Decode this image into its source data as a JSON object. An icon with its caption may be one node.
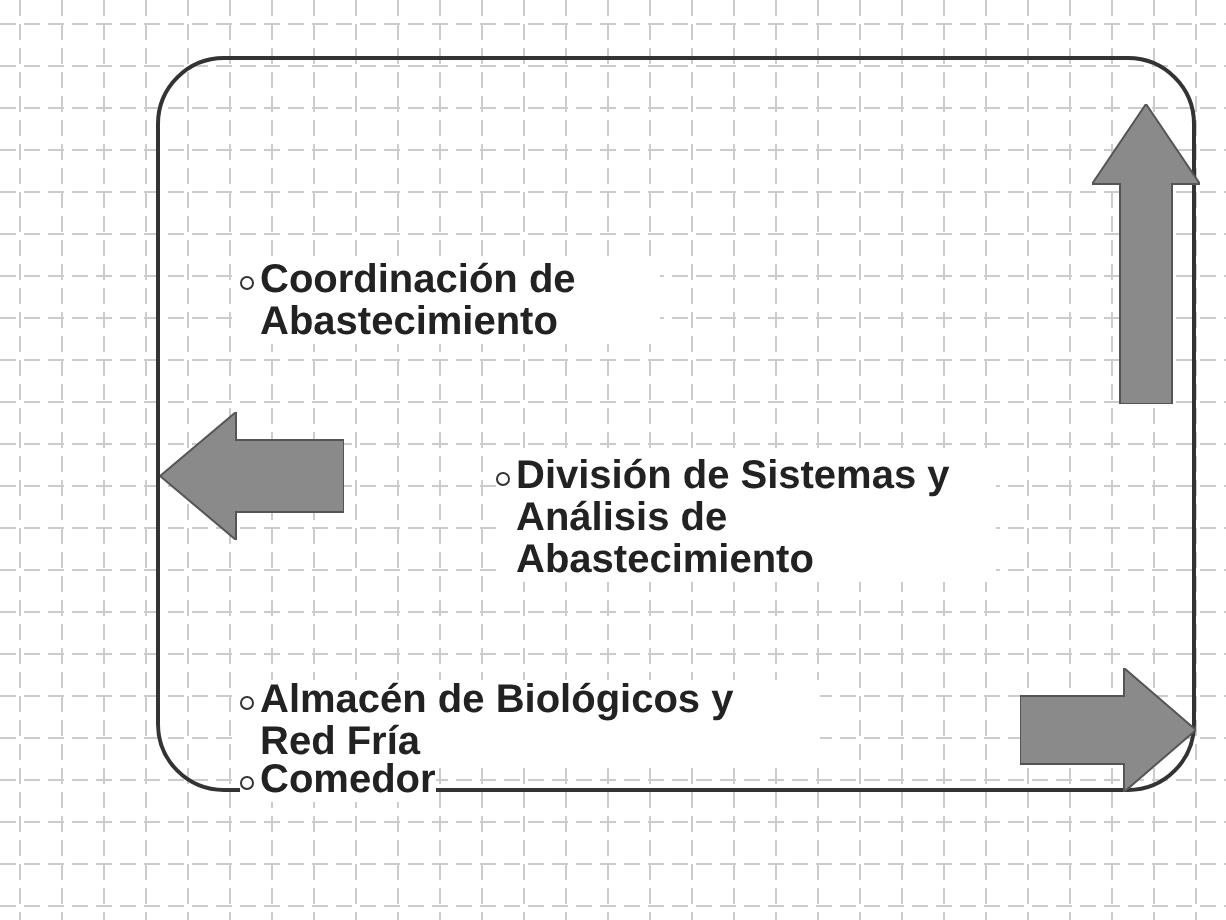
{
  "diagram": {
    "nodes": [
      {
        "text": [
          "Coordinación de Abastecimiento",
          "División de Sistemas y Análisis de Abastecimiento",
          "Almacén de Biológicos y Red Fría",
          "Comedor"
        ]
      }
    ]
  }
}
